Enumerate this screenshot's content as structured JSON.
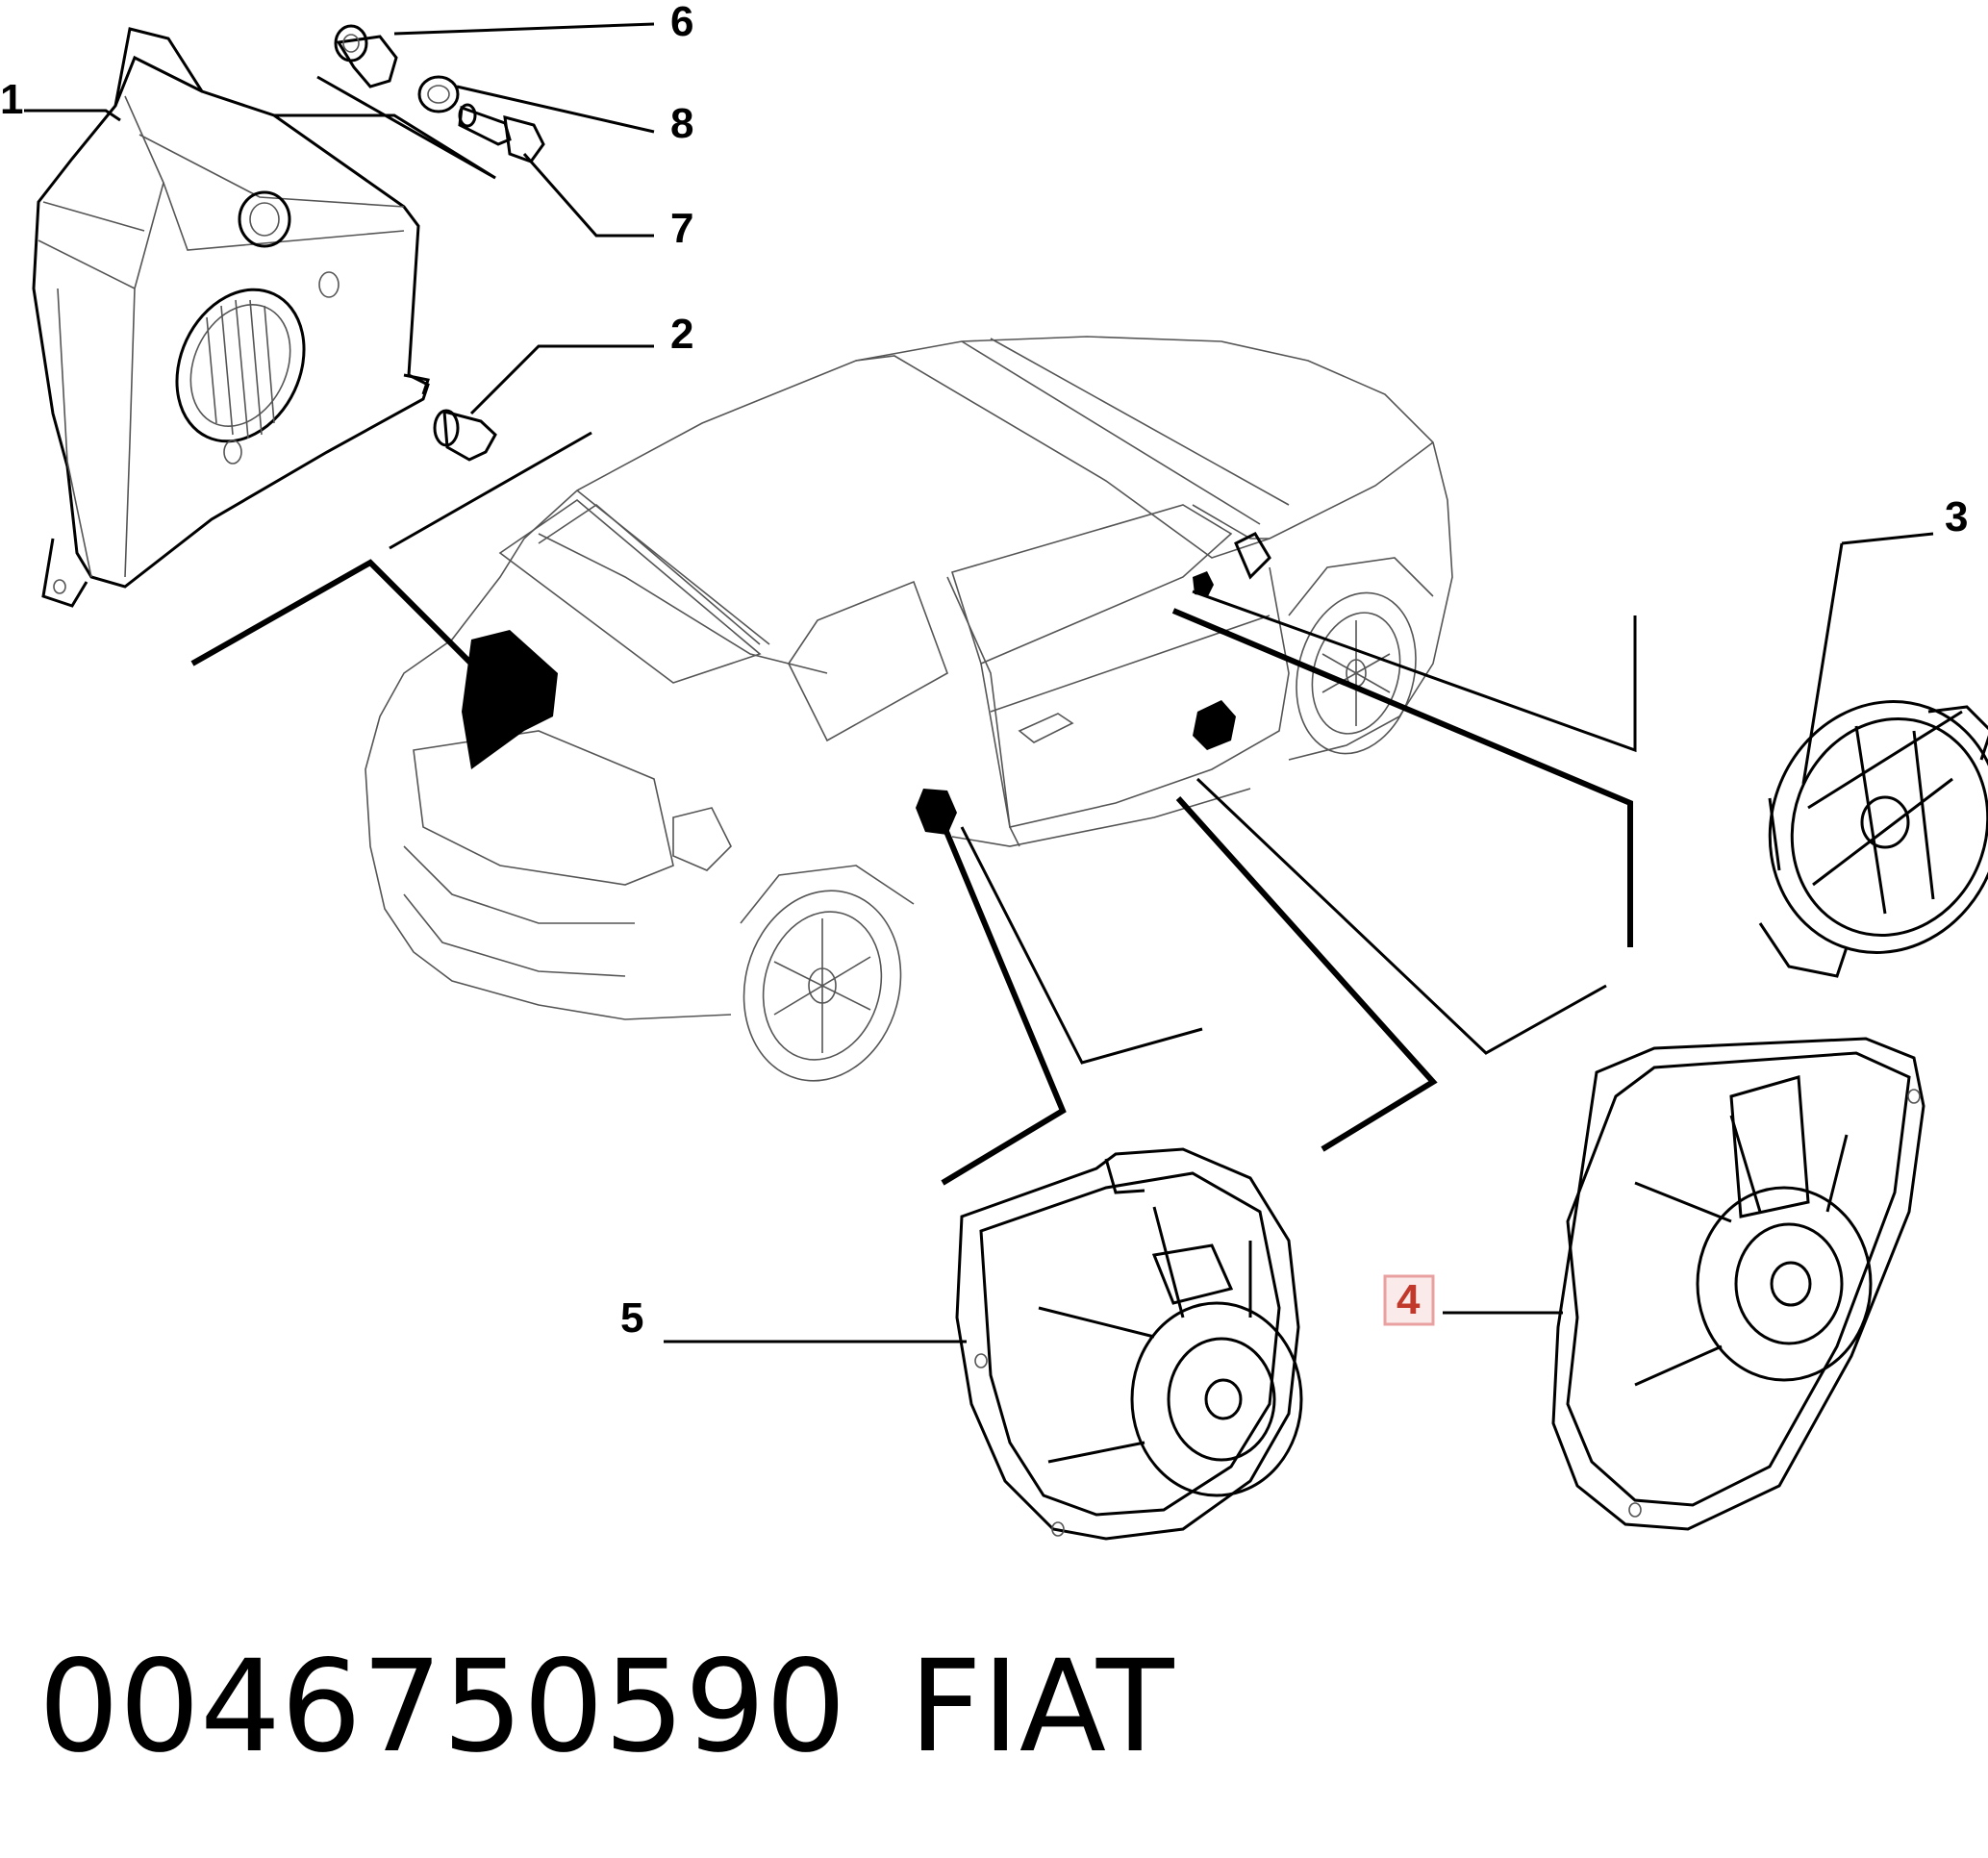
{
  "callouts": {
    "c1": "1",
    "c2": "2",
    "c3": "3",
    "c4": "4",
    "c5": "5",
    "c6": "6",
    "c7": "7",
    "c8": "8"
  },
  "highlighted_callout": "4",
  "footer": {
    "part_number": "0046750590",
    "brand": "FIAT"
  },
  "colors": {
    "highlight_border": "#e8a0a0",
    "highlight_fill": "#fbeaea",
    "highlight_text": "#c0392b"
  }
}
